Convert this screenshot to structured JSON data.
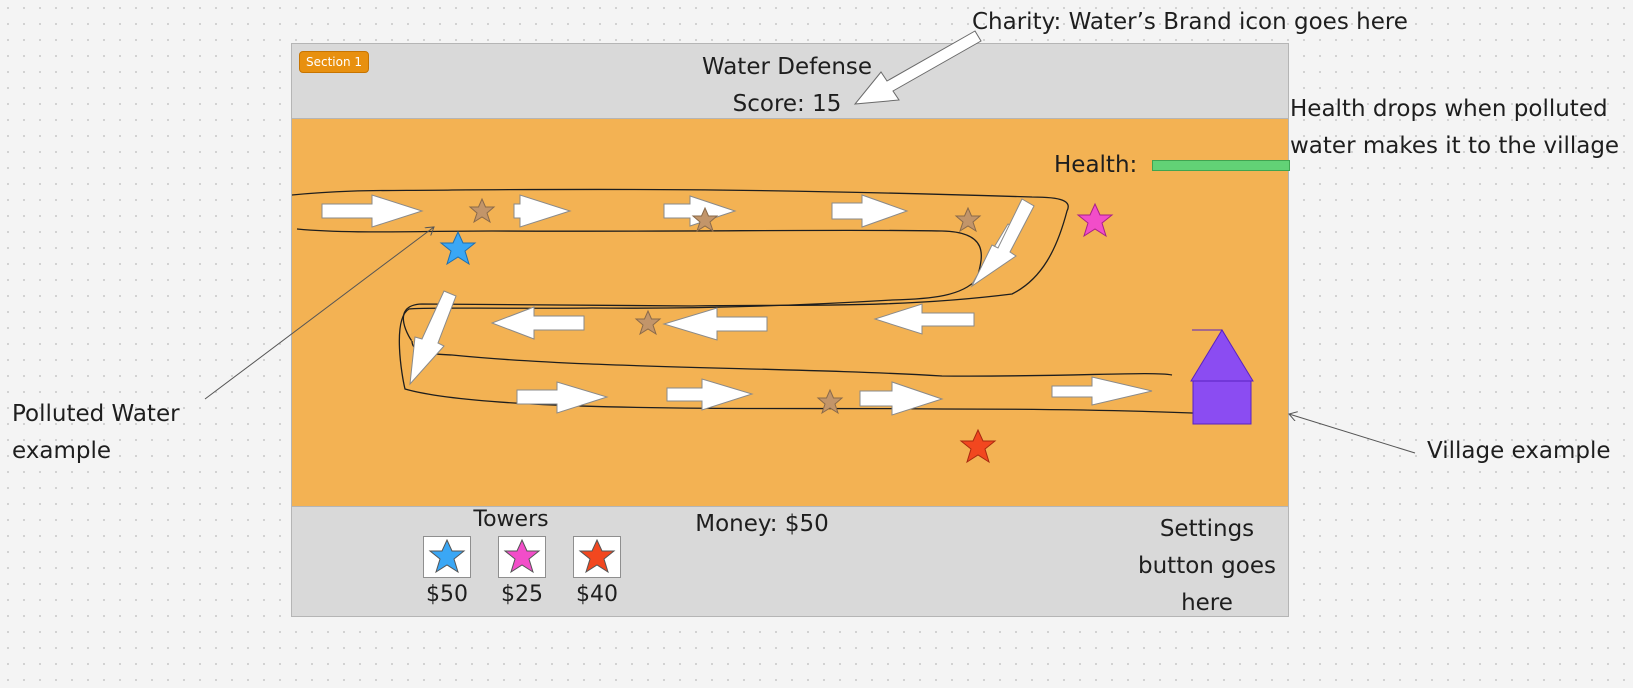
{
  "game": {
    "section_badge": "Section 1",
    "title": "Water Defense",
    "score": "Score: 15",
    "health_label": "Health:",
    "health_fraction": 1.0,
    "money": "Money: $50",
    "settings_text": "Settings button goes here"
  },
  "towers": {
    "title": "Towers",
    "items": [
      {
        "name": "blue-star-tower",
        "color": "#3aa7f5",
        "price": "$50"
      },
      {
        "name": "pink-star-tower",
        "color": "#f24dc9",
        "price": "$25"
      },
      {
        "name": "red-star-tower",
        "color": "#f2471f",
        "price": "$40"
      }
    ]
  },
  "annotations": {
    "charity": "Charity: Water’s Brand icon goes here",
    "health_note_line1": "Health drops when polluted",
    "health_note_line2": "water makes it to the village",
    "polluted_line1": "Polluted Water",
    "polluted_line2": "example",
    "village": "Village example"
  },
  "colors": {
    "field": "#f3b253",
    "panel": "#d9d9d9",
    "polluted_water": "#c2956a",
    "village": "#8b4cf2",
    "health": "#62d276",
    "section_badge": "#e8900f"
  },
  "icons": [
    "star-icon",
    "arrow-icon",
    "village-icon"
  ]
}
